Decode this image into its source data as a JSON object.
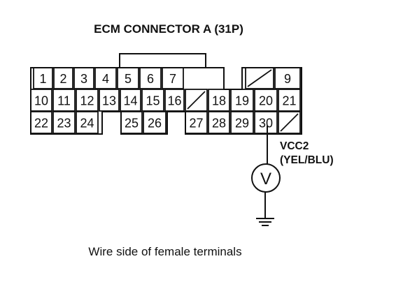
{
  "title": "ECM CONNECTOR A (31P)",
  "caption": "Wire side of female terminals",
  "wire": {
    "signal": "VCC2",
    "color": "(YEL/BLU)"
  },
  "meter_symbol": "V",
  "connector": {
    "row1": [
      {
        "label": "1",
        "blank": false
      },
      {
        "label": "2",
        "blank": false
      },
      {
        "label": "3",
        "blank": false
      },
      {
        "label": "4",
        "blank": false
      },
      {
        "label": "5",
        "blank": false
      },
      {
        "label": "6",
        "blank": false
      },
      {
        "label": "7",
        "blank": false
      },
      {
        "label": "",
        "blank": true
      },
      {
        "label": "9",
        "blank": false
      }
    ],
    "row2": [
      {
        "label": "10",
        "blank": false
      },
      {
        "label": "11",
        "blank": false
      },
      {
        "label": "12",
        "blank": false
      },
      {
        "label": "13",
        "blank": false
      },
      {
        "label": "14",
        "blank": false
      },
      {
        "label": "15",
        "blank": false
      },
      {
        "label": "16",
        "blank": false
      },
      {
        "label": "",
        "blank": true
      },
      {
        "label": "18",
        "blank": false
      },
      {
        "label": "19",
        "blank": false
      },
      {
        "label": "20",
        "blank": false
      },
      {
        "label": "21",
        "blank": false
      }
    ],
    "row3": [
      {
        "label": "22",
        "blank": false
      },
      {
        "label": "23",
        "blank": false
      },
      {
        "label": "24",
        "blank": false
      },
      {
        "label": "25",
        "blank": false
      },
      {
        "label": "26",
        "blank": false
      },
      {
        "label": "27",
        "blank": false
      },
      {
        "label": "28",
        "blank": false
      },
      {
        "label": "29",
        "blank": false
      },
      {
        "label": "30",
        "blank": false
      },
      {
        "label": "",
        "blank": true
      }
    ]
  }
}
